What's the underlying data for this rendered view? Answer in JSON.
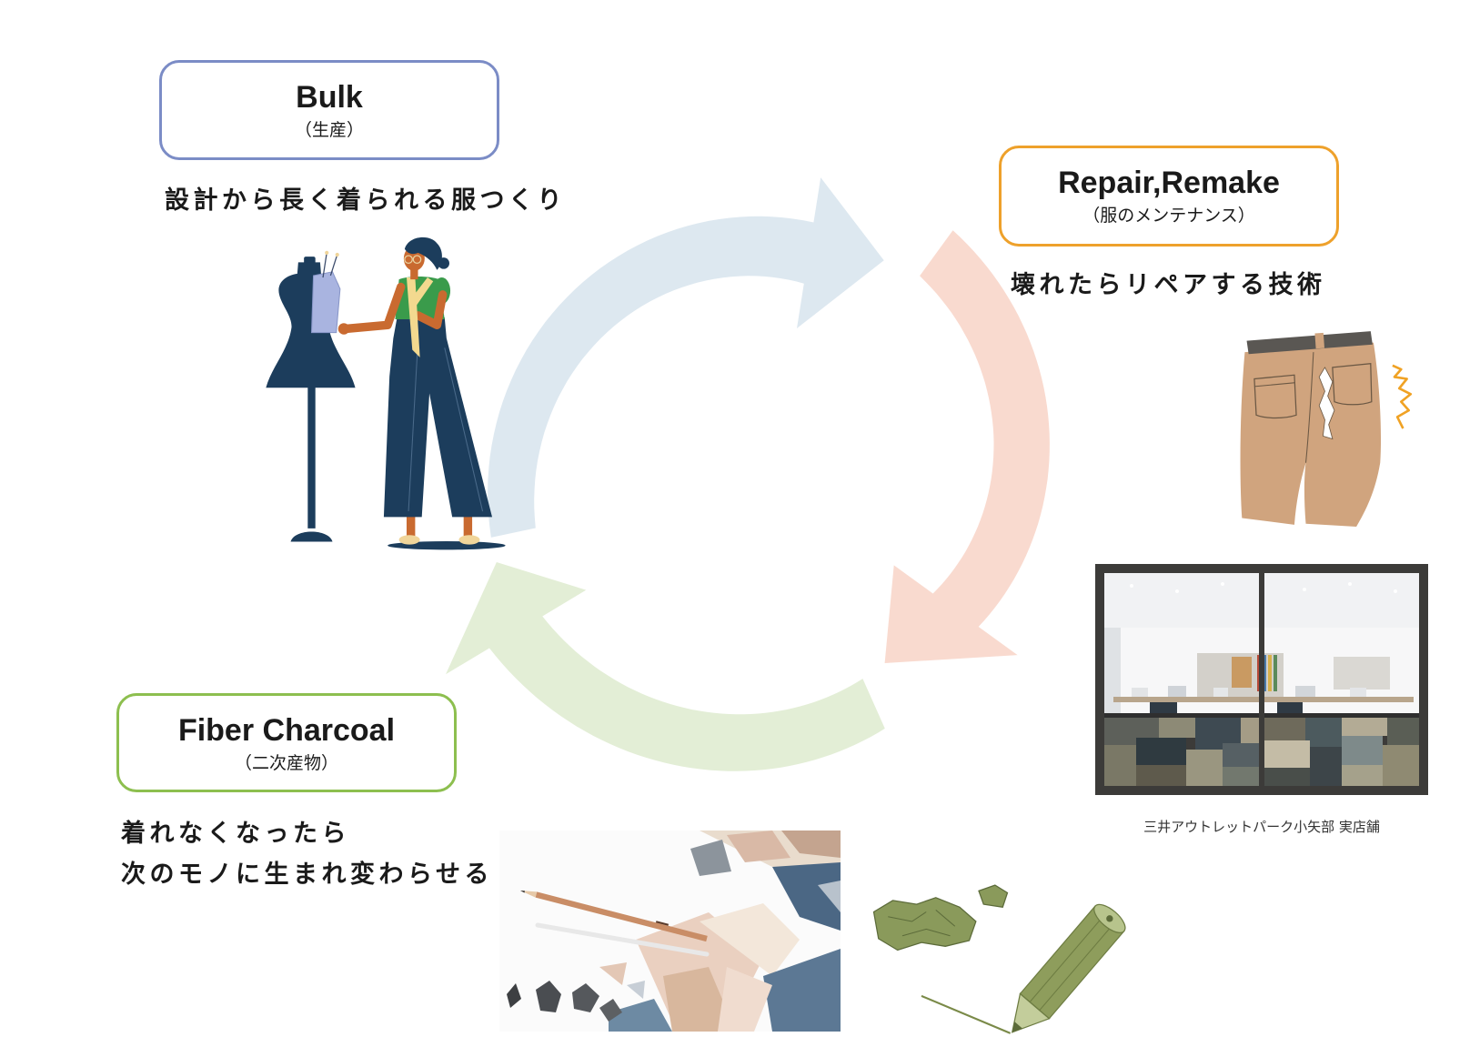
{
  "stages": {
    "bulk": {
      "title": "Bulk",
      "subtitle": "（生産）",
      "description": "設計から長く着られる服つくり",
      "color": "#7b8cc6"
    },
    "repair": {
      "title": "Repair,Remake",
      "subtitle": "（服のメンテナンス）",
      "description": "壊れたらリペアする技術",
      "color": "#eea12b"
    },
    "fiber": {
      "title": "Fiber Charcoal",
      "subtitle": "（二次産物）",
      "description_lines": [
        "着れなくなったら",
        "次のモノに生まれ変わらせる"
      ],
      "color": "#8dbf4f"
    }
  },
  "cycle_arrows": {
    "bulk_to_repair": "#dde8f0",
    "repair_to_fiber": "#f9dacf",
    "fiber_to_bulk": "#e3eed6"
  },
  "store_photo": {
    "caption": "三井アウトレットパーク小矢部 実店舗"
  },
  "icons": {
    "bulk": "tailor-mannequin-icon",
    "repair": "torn-pants-icon",
    "store": "store-photo",
    "fiber_photo": "pencil-fabric-photo",
    "fiber": "pencil-charcoal-icon"
  }
}
